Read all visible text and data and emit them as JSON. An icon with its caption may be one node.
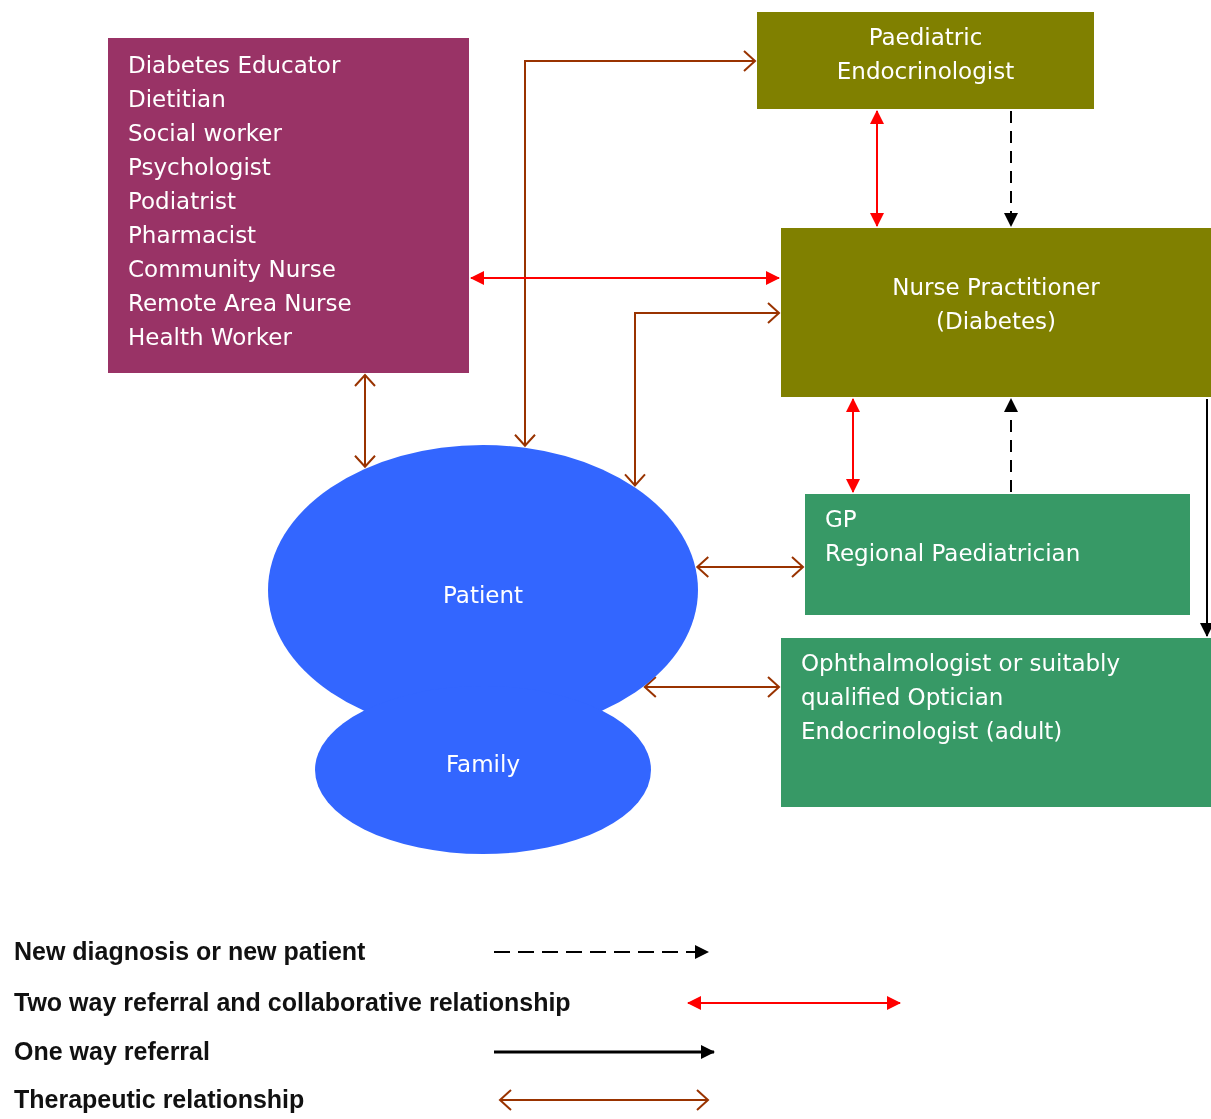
{
  "diagram": {
    "nodes": [
      {
        "text": [
          "Diabetes Educator",
          "Dietitian",
          "Social worker",
          "Psychologist",
          "Podiatrist",
          "Pharmacist",
          "Community Nurse",
          "Remote Area Nurse",
          "Health Worker"
        ]
      },
      {
        "text": [
          "Paediatric Endocrinologist"
        ]
      },
      {
        "text": [
          "Nurse Practitioner (Diabetes)"
        ]
      },
      {
        "text": [
          "Patient"
        ]
      },
      {
        "text": [
          "Family"
        ]
      },
      {
        "text": [
          "GP",
          "Regional Paediatrician"
        ]
      },
      {
        "text": [
          "Ophthalmologist or suitably qualified Optician",
          "Endocrinologist (adult)"
        ]
      }
    ],
    "edges": [
      {
        "from": 0,
        "to": 3,
        "arrow": "both"
      },
      {
        "from": 3,
        "to": 1,
        "arrow": "both"
      },
      {
        "from": 0,
        "to": 2,
        "arrow": "both",
        "color": "#ff0000"
      },
      {
        "from": 3,
        "to": 2,
        "arrow": "both"
      },
      {
        "from": 1,
        "to": 2,
        "arrow": "both",
        "color": "#ff0000"
      },
      {
        "from": 1,
        "to": 2,
        "arrow": "to",
        "style": "dashed",
        "color": "#000000"
      },
      {
        "from": 5,
        "to": 2,
        "arrow": "both",
        "color": "#ff0000"
      },
      {
        "from": 5,
        "to": 2,
        "arrow": "to",
        "style": "dashed",
        "color": "#000000"
      },
      {
        "from": 2,
        "to": 6,
        "arrow": "to",
        "color": "#000000"
      },
      {
        "from": 3,
        "to": 5,
        "arrow": "both"
      },
      {
        "from": 3,
        "to": 6,
        "arrow": "both"
      }
    ],
    "legend": [
      {
        "text": "New diagnosis or new patient"
      },
      {
        "text": "Two way referral and collaborative relationship"
      },
      {
        "text": "One way referral"
      },
      {
        "text": "Therapeutic relationship"
      }
    ]
  }
}
